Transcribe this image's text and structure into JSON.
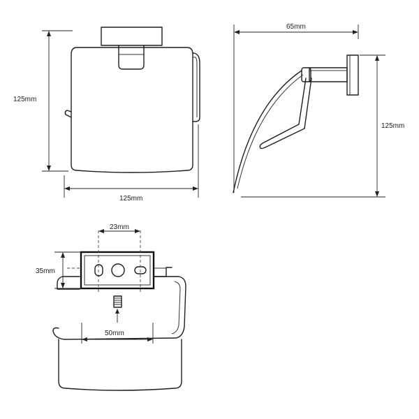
{
  "dimensions": {
    "front_height": "125mm",
    "front_width": "125mm",
    "side_depth": "65mm",
    "side_height": "125mm",
    "mount_spacing": "23mm",
    "plate_height": "35mm",
    "bar_width": "50mm"
  }
}
